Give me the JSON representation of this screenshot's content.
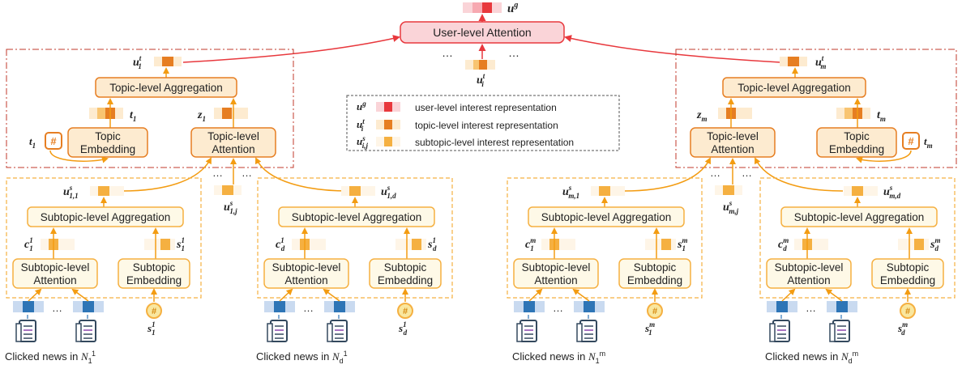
{
  "colors": {
    "orange": "#f39c12",
    "orange_dark": "#e67e22",
    "orange_fill": "#fdebd0",
    "yellow_fill": "#fef9e7",
    "red": "#e8383d",
    "pink_fill": "#fad4d8",
    "blue": "#2e75b6"
  },
  "top": {
    "user_attention": "User-level  Attention",
    "ug": "u",
    "ug_sup": "g",
    "ui": "u",
    "ui_sub": "i",
    "ui_sup": "t",
    "dots_left": "…",
    "dots_right": "…"
  },
  "legend": {
    "items": [
      {
        "sym": "u",
        "sub": "",
        "sup": "g",
        "text": "user-level interest representation"
      },
      {
        "sym": "u",
        "sub": "i",
        "sup": "t",
        "text": "topic-level interest representation"
      },
      {
        "sym": "u",
        "sub": "i,j",
        "sup": "s",
        "text": "subtopic-level interest representation"
      }
    ]
  },
  "topic_left": {
    "ut": "u",
    "ut_sub": "1",
    "ut_sup": "t",
    "aggregation": "Topic-level Aggregation",
    "t": "t",
    "t_sub": "1",
    "z": "z",
    "z_sub": "1",
    "tag": "t",
    "tag_sub": "1",
    "embedding": [
      "Topic",
      "Embedding"
    ],
    "attention": [
      "Topic-level",
      "Attention"
    ],
    "dots": "…",
    "usj": "u",
    "usj_sub": "1,j",
    "usj_sup": "s"
  },
  "topic_right": {
    "ut": "u",
    "ut_sub": "m",
    "ut_sup": "t",
    "aggregation": "Topic-level Aggregation",
    "t": "t",
    "t_sub": "m",
    "z": "z",
    "z_sub": "m",
    "tag": "t",
    "tag_sub": "m",
    "embedding": [
      "Topic",
      "Embedding"
    ],
    "attention": [
      "Topic-level",
      "Attention"
    ],
    "dots": "…",
    "usj": "u",
    "usj_sub": "m,j",
    "usj_sup": "s"
  },
  "subtopics": [
    {
      "us_sub": "1,1",
      "c_sub": "1",
      "c_sup": "1",
      "s_sub": "1",
      "s_sup": "1",
      "tag_sub": "1",
      "tag_sup": "1",
      "news_sub": "1",
      "news_sup": "1"
    },
    {
      "us_sub": "1,d",
      "c_sub": "d",
      "c_sup": "1",
      "s_sub": "d",
      "s_sup": "1",
      "tag_sub": "d",
      "tag_sup": "1",
      "news_sub": "d",
      "news_sup": "1"
    },
    {
      "us_sub": "m,1",
      "c_sub": "1",
      "c_sup": "m",
      "s_sub": "1",
      "s_sup": "m",
      "tag_sub": "1",
      "tag_sup": "m",
      "news_sub": "1",
      "news_sup": "m"
    },
    {
      "us_sub": "m,d",
      "c_sub": "d",
      "c_sup": "m",
      "s_sub": "d",
      "s_sup": "m",
      "tag_sub": "d",
      "tag_sup": "m",
      "news_sub": "d",
      "news_sup": "m"
    }
  ],
  "subtopic_text": {
    "aggregation": "Subtopic-level Aggregation",
    "attention": [
      "Subtopic-level",
      "Attention"
    ],
    "embedding": [
      "Subtopic",
      "Embedding"
    ],
    "news_prefix": "Clicked news in ",
    "news_sym": "N",
    "dots": "…",
    "us": "u",
    "us_sup": "s",
    "c": "c",
    "s": "s"
  }
}
